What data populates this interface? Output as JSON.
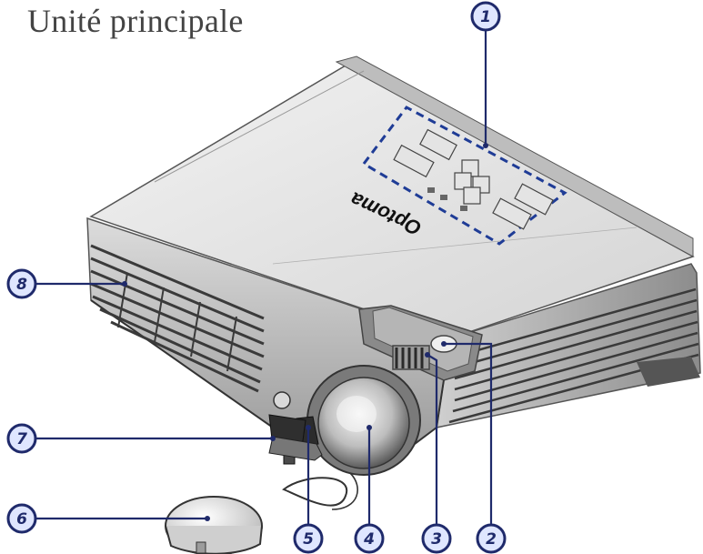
{
  "title": "Unité principale",
  "brand_mark": "Optoma",
  "callouts": [
    {
      "id": "1",
      "label": "1"
    },
    {
      "id": "2",
      "label": "2"
    },
    {
      "id": "3",
      "label": "3"
    },
    {
      "id": "4",
      "label": "4"
    },
    {
      "id": "5",
      "label": "5"
    },
    {
      "id": "6",
      "label": "6"
    },
    {
      "id": "7",
      "label": "7"
    },
    {
      "id": "8",
      "label": "8"
    }
  ],
  "colors": {
    "callout_fill": "#dfe6ff",
    "callout_stroke": "#1f2a6b",
    "leader": "#1f2a6b",
    "dashed_box": "#1f3c96",
    "projector_light": "#e9e9e9",
    "projector_mid": "#c7c7c7",
    "projector_dark": "#6b6b6b"
  }
}
